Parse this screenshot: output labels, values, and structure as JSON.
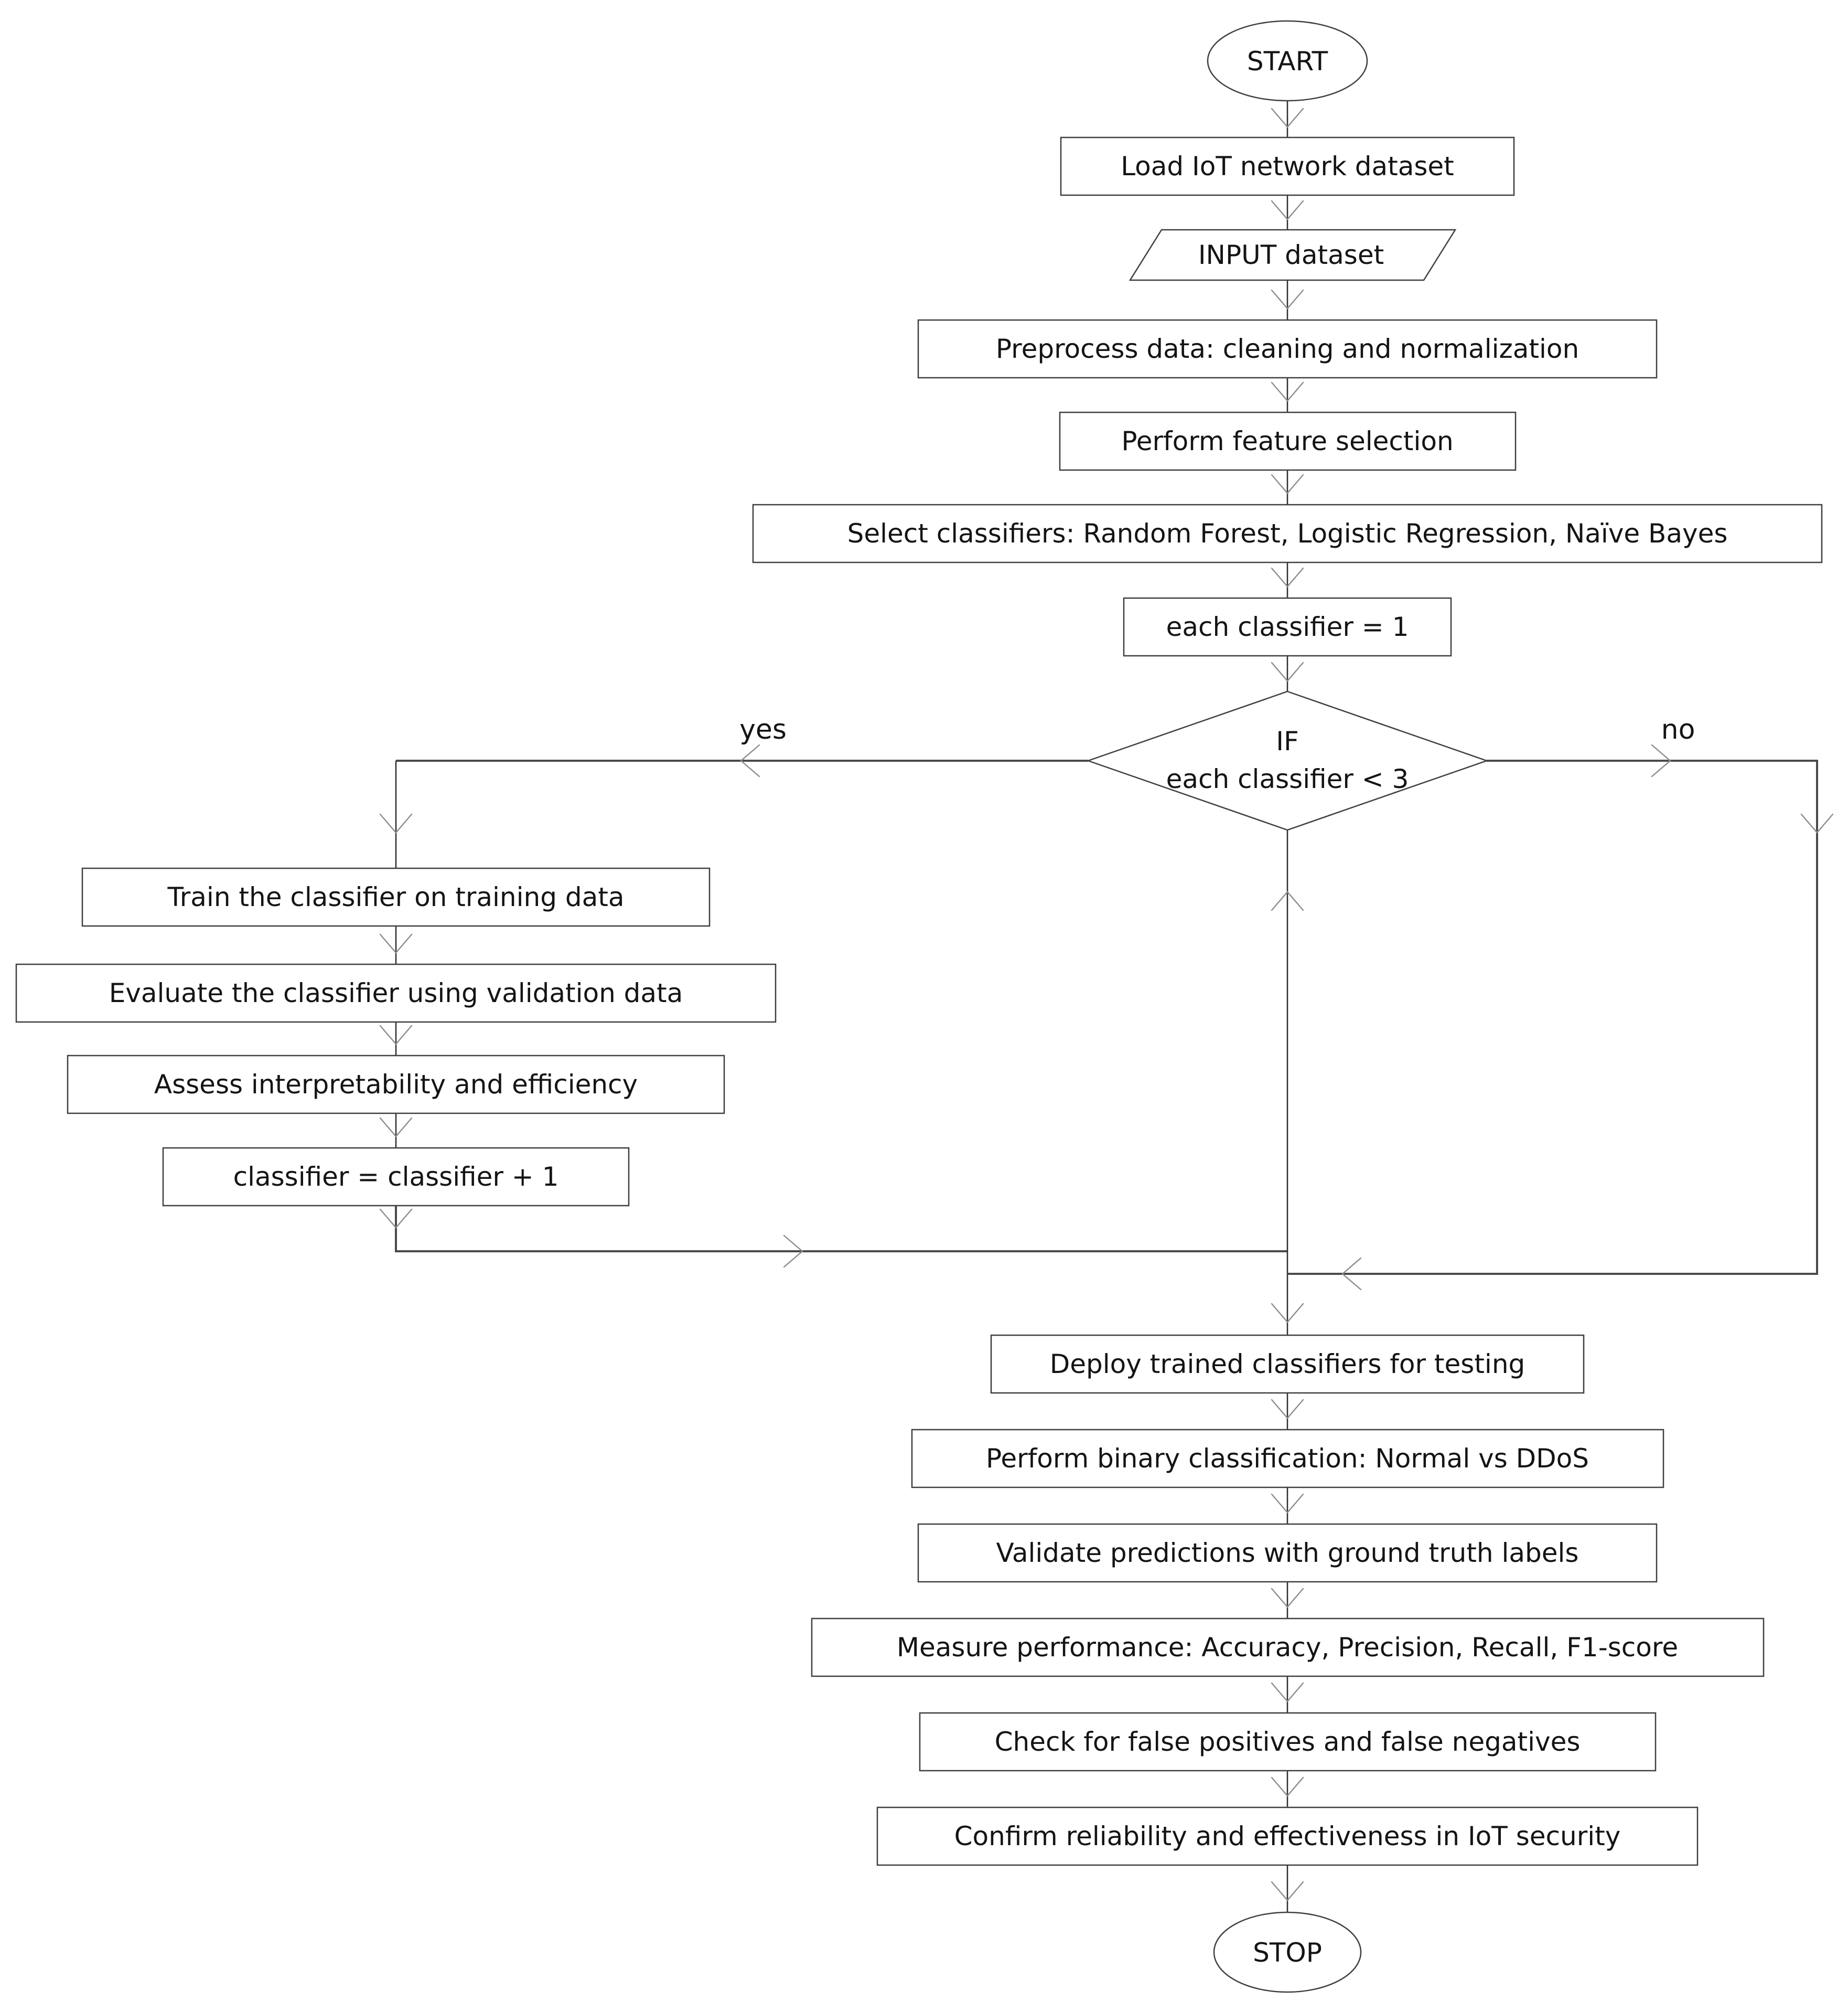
{
  "diagram": {
    "type": "flowchart",
    "colors": {
      "background": "#ffffff",
      "shape_fill": "#ffffff",
      "shape_border": "#3f3f3f",
      "connector": "#2e2e2e",
      "arrowhead": "#8c8c8c",
      "text": "#141414"
    },
    "nodes": {
      "start": {
        "type": "terminator",
        "label": "START"
      },
      "load": {
        "type": "process",
        "label": "Load IoT network dataset"
      },
      "input": {
        "type": "data",
        "label": "INPUT dataset"
      },
      "preprocess": {
        "type": "process",
        "label": "Preprocess data: cleaning and normalization"
      },
      "feature": {
        "type": "process",
        "label": "Perform feature selection"
      },
      "select": {
        "type": "process",
        "label": "Select classifiers: Random Forest, Logistic Regression, Naïve Bayes"
      },
      "init": {
        "type": "process",
        "label": "each classifier = 1"
      },
      "decision": {
        "type": "decision",
        "line1": "IF",
        "line2": "each classifier < 3"
      },
      "train": {
        "type": "process",
        "label": "Train the classifier on training data"
      },
      "evaluate": {
        "type": "process",
        "label": "Evaluate the classifier using validation data"
      },
      "assess": {
        "type": "process",
        "label": "Assess interpretability and efficiency"
      },
      "increment": {
        "type": "process",
        "label": "classifier = classifier + 1"
      },
      "deploy": {
        "type": "process",
        "label": "Deploy trained classifiers for testing"
      },
      "binary": {
        "type": "process",
        "label": "Perform binary classification: Normal vs DDoS"
      },
      "validate": {
        "type": "process",
        "label": "Validate predictions with ground truth labels"
      },
      "measure": {
        "type": "process",
        "label": "Measure performance: Accuracy, Precision, Recall, F1-score"
      },
      "check": {
        "type": "process",
        "label": "Check for false positives and false negatives"
      },
      "confirm": {
        "type": "process",
        "label": "Confirm reliability and effectiveness in IoT security"
      },
      "stop": {
        "type": "terminator",
        "label": "STOP"
      }
    },
    "edges": {
      "yes_label": "yes",
      "no_label": "no"
    }
  }
}
